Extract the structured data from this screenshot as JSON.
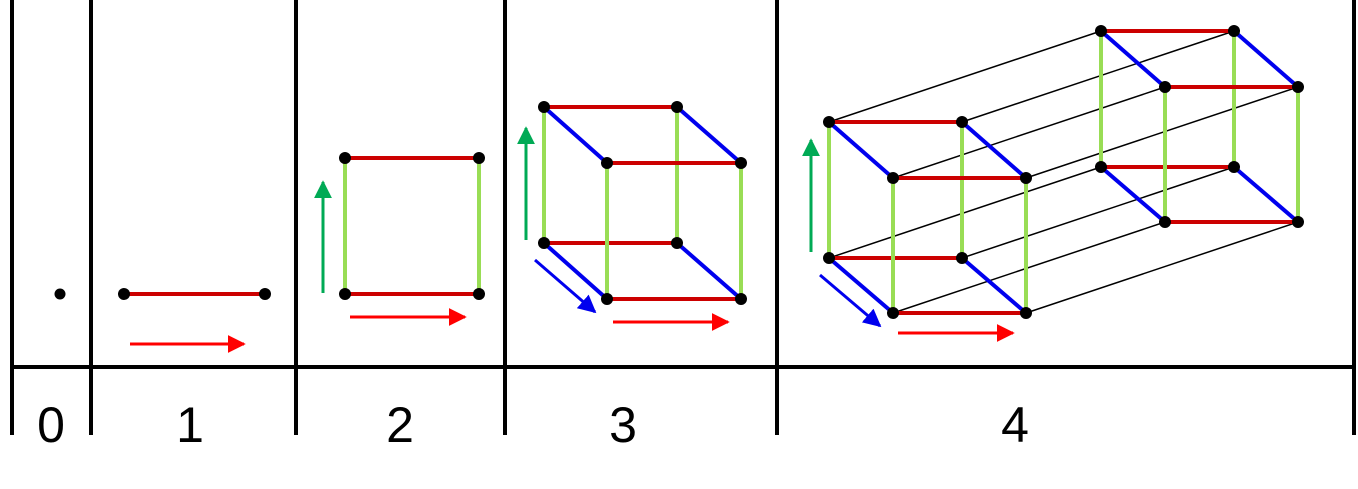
{
  "labels": {
    "d0": "0",
    "d1": "1",
    "d2": "2",
    "d3": "3",
    "d4": "4"
  },
  "colors": {
    "red_edge": "#cc0000",
    "green_edge": "#99dd55",
    "blue_edge": "#0000ee",
    "black_edge": "#000000",
    "arrow_red": "#ff0000",
    "arrow_green": "#00aa55",
    "arrow_blue": "#0000ee",
    "vertex": "#000000"
  }
}
